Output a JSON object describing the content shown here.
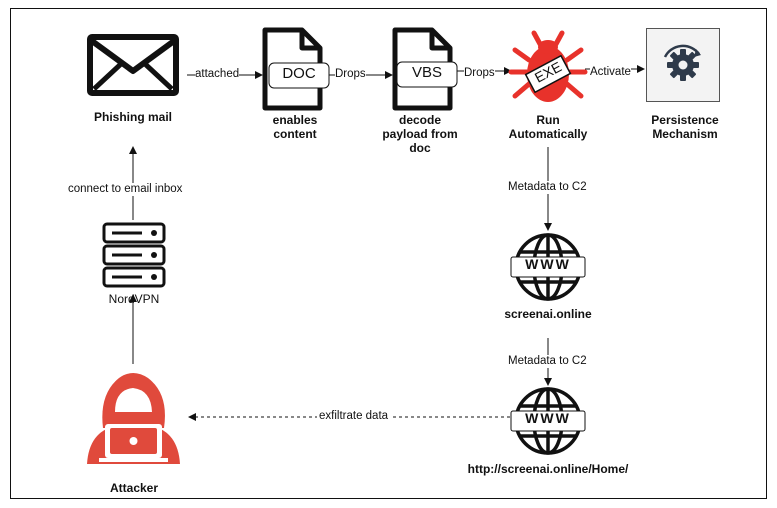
{
  "nodes": {
    "phishing": "Phishing mail",
    "doc_tag": "DOC",
    "doc_caption": [
      "enables",
      "content"
    ],
    "vbs_tag": "VBS",
    "vbs_caption": [
      "decode",
      "payload from",
      "doc"
    ],
    "exe_tag": "EXE",
    "exe_caption": [
      "Run",
      "Automatically"
    ],
    "persist_caption": [
      "Persistence",
      "Mechanism"
    ],
    "vpn": "NordVPN",
    "c2_www": "WWW",
    "c2_domain": "screenai.online",
    "home_www": "WWW",
    "home_url": "http://screenai.online/Home/",
    "attacker": "Attacker"
  },
  "edges": {
    "attached": "attached",
    "drops1": "Drops",
    "drops2": "Drops",
    "activate": "Activate",
    "meta1": "Metadata to C2",
    "meta2": "Metadata to C2",
    "connect": "connect to email inbox",
    "exfil": "exfiltrate data"
  },
  "colors": {
    "line": "#111111",
    "attacker_red": "#e04a3c",
    "bug_red": "#e8322b",
    "gear": "#2e3a4a"
  }
}
